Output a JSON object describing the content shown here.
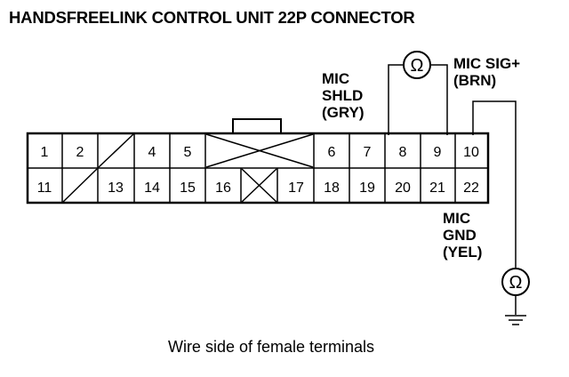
{
  "title": "HANDSFREELINK CONTROL UNIT 22P CONNECTOR",
  "labels": {
    "mic_shld": [
      "MIC",
      "SHLD",
      "(GRY)"
    ],
    "mic_sig": [
      "MIC SIG+",
      "(BRN)"
    ],
    "mic_gnd": [
      "MIC",
      "GND",
      "(YEL)"
    ]
  },
  "meter_symbol": "Ω",
  "connector": {
    "top_row": [
      "1",
      "2",
      "",
      "4",
      "5",
      "",
      "6",
      "7",
      "8",
      "9",
      "10"
    ],
    "bottom_row": [
      "11",
      "",
      "13",
      "14",
      "15",
      "16",
      "",
      "17",
      "18",
      "19",
      "20",
      "21",
      "22"
    ]
  },
  "caption": "Wire side of female terminals"
}
